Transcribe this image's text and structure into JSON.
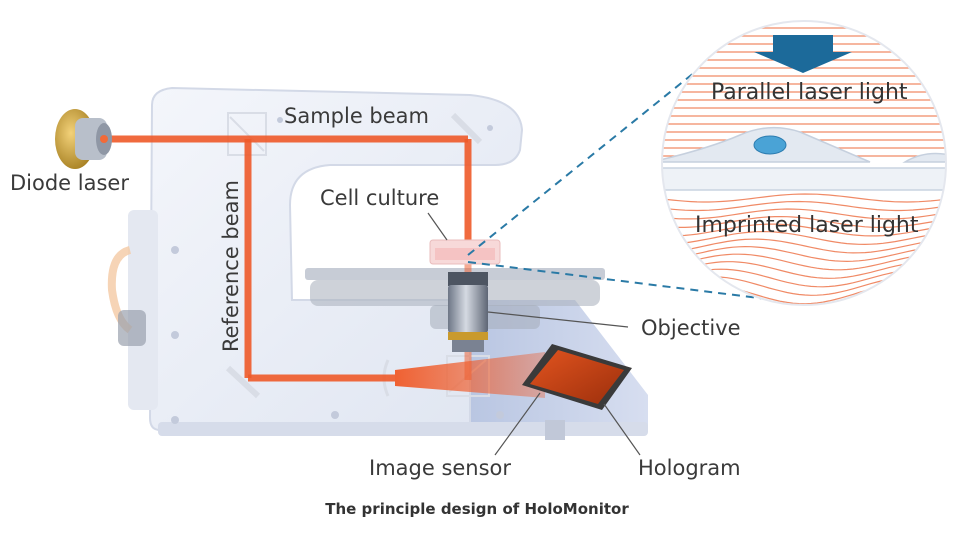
{
  "labels": {
    "diode_laser": "Diode laser",
    "sample_beam": "Sample beam",
    "reference_beam": "Reference beam",
    "cell_culture": "Cell culture",
    "objective": "Objective",
    "image_sensor": "Image sensor",
    "hologram": "Hologram",
    "parallel_light": "Parallel laser light",
    "imprinted_light": "Imprinted laser light"
  },
  "caption": "The principle design of HoloMonitor",
  "colors": {
    "laser_beam": "#ef5a2a",
    "instrument_body": "#eef1f7",
    "instrument_shadow": "#c9d1e4",
    "arrow": "#1c6a9a",
    "dashed_line": "#2a7aa6",
    "wave_lines": "#f08a66"
  }
}
